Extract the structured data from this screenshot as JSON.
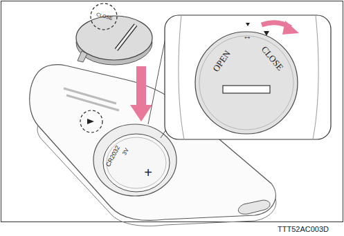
{
  "diagram": {
    "labels": [
      "OPEN",
      "↔",
      "CLOSE",
      "CLOSE",
      "CR2032",
      "3V",
      "+",
      "TTT52AC003D"
    ]
  }
}
